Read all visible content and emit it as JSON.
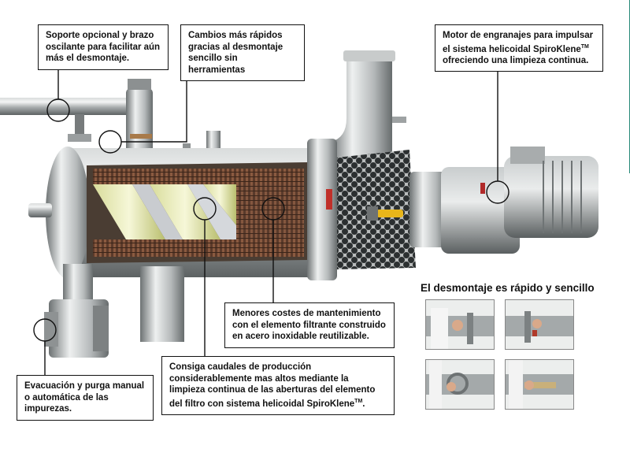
{
  "callouts": {
    "support": "Soporte opcional y brazo oscilante para facilitar aún más el desmontaje.",
    "changes": "Cambios más rápidos gracias al desmontaje sencillo sin herramientas",
    "motor_text": "Motor de engranajes para impulsar el sistema helicoidal SpiroKlene",
    "motor_tm": "TM",
    "motor_text2": "ofreciendo una limpieza continua.",
    "maintenance": "Menores costes de mantenimiento con el elemento filtrante construido en acero inoxidable reutilizable.",
    "flow_text": "Consiga caudales de producción considerablemente mas altos mediante la limpieza continua de las aberturas del elemento del filtro con sistema helicoidal SpiroKlene",
    "flow_tm": "TM",
    "flow_end": ".",
    "evacuation": "Evacuación y purga manual o automática de las impurezas."
  },
  "thumbnails": {
    "title": "El desmontaje es rápido y sencillo"
  }
}
